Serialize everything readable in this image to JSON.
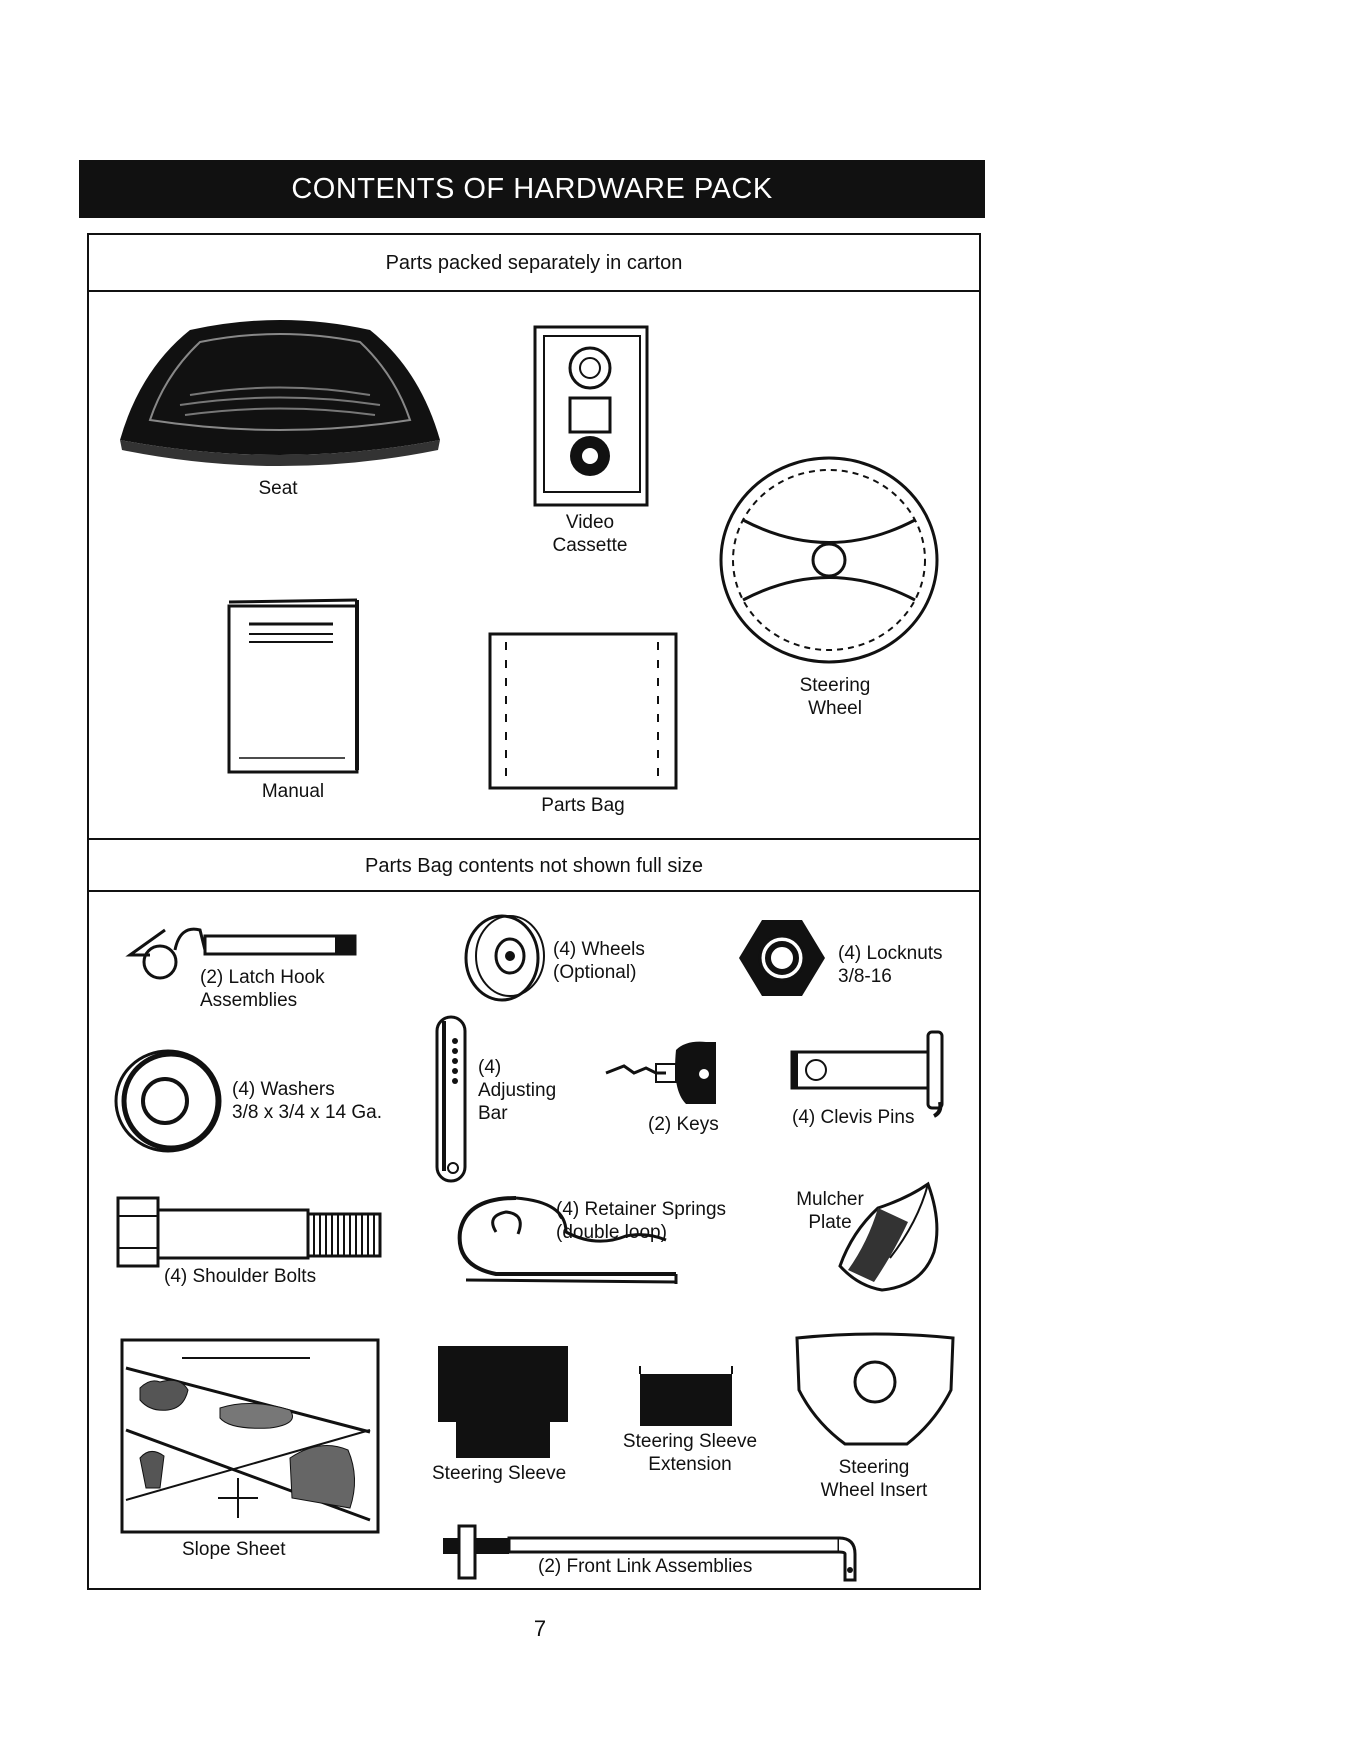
{
  "banner": {
    "title": "CONTENTS OF HARDWARE PACK"
  },
  "sections": {
    "carton_header": "Parts packed separately in carton",
    "bag_header": "Parts Bag contents not shown full size"
  },
  "carton_items": {
    "seat": "Seat",
    "video": "Video\nCassette",
    "steering_wheel": "Steering\nWheel",
    "manual": "Manual",
    "parts_bag": "Parts Bag"
  },
  "bag_items": {
    "latch_hook": "(2) Latch Hook\n     Assemblies",
    "wheels": "(4) Wheels\n(Optional)",
    "locknuts": "(4) Locknuts\n3/8-16",
    "washers": "(4) Washers\n3/8 x 3/4 x 14 Ga.",
    "adjusting_bar": "(4)\nAdjusting\nBar",
    "keys": "(2) Keys",
    "clevis_pins": "(4) Clevis Pins",
    "shoulder_bolts": "(4) Shoulder Bolts",
    "retainer_springs": "(4)  Retainer Springs\n(double loop)",
    "mulcher_plate": "Mulcher\nPlate",
    "slope_sheet": "Slope Sheet",
    "steering_sleeve": "Steering Sleeve",
    "sleeve_extension": "Steering Sleeve\nExtension",
    "wheel_insert": "Steering\nWheel Insert",
    "front_link": "(2) Front Link Assemblies"
  },
  "page_number": "7"
}
